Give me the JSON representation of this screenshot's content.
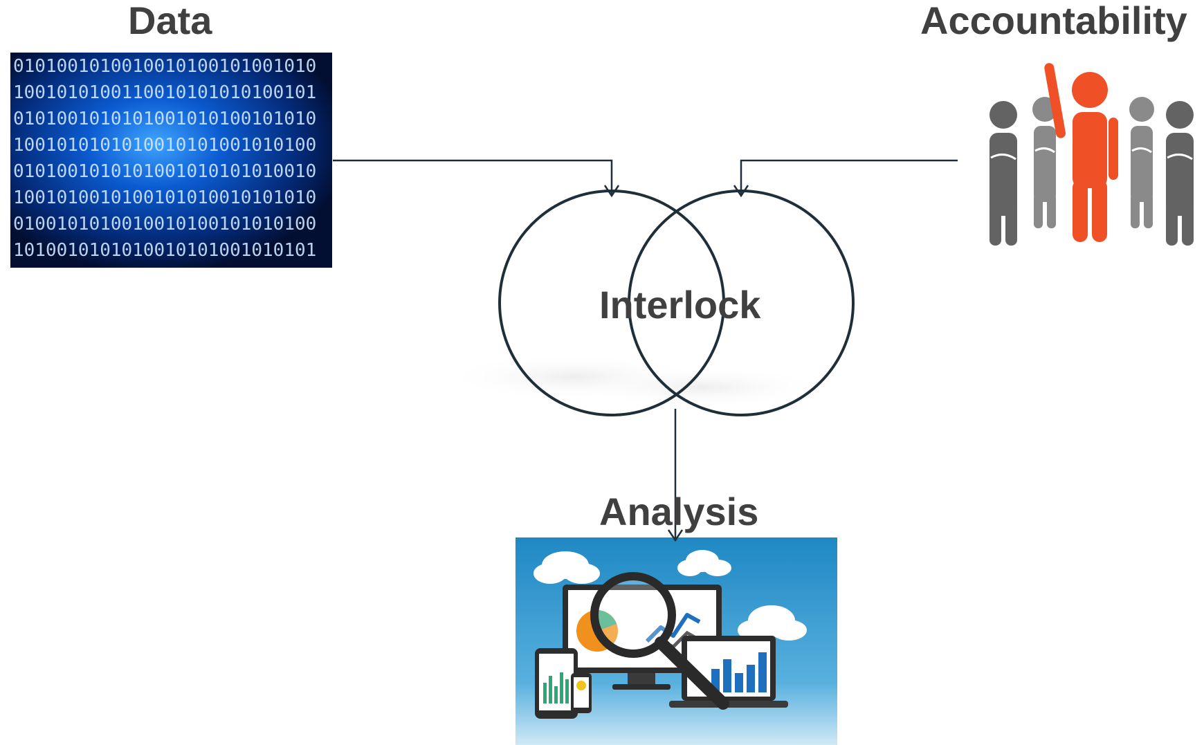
{
  "labels": {
    "data": "Data",
    "accountability": "Accountability",
    "interlock": "Interlock",
    "analysis": "Analysis"
  },
  "binary_rows": [
    "0101001010010010100101001010",
    "1001010100110010101010100101",
    "0101001010101001010100101010",
    "1001010101010010101001010100",
    "0101001010101001010101010010",
    "1001010010100101010010101010",
    "0100101010010010100101010100",
    "1010010101010010101001010101"
  ],
  "colors": {
    "label": "#404040",
    "line": "#1f2f3a",
    "binary_bg": "#031a4a",
    "binary_glow": "#2a8cff",
    "person_gray": "#6d6d6d",
    "person_orange": "#ef5026",
    "sky": "#2f8fc6"
  }
}
